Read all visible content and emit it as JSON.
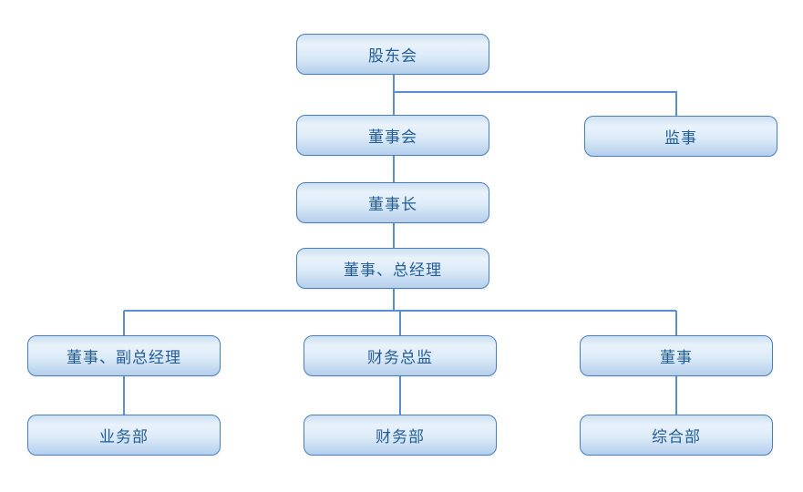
{
  "page": {
    "background_color": "#ffffff"
  },
  "theme": {
    "node_border_color": "#4a7ebb",
    "node_gradient_top": "#cde0f2",
    "node_gradient_light": "#e9f2fb",
    "node_gradient_mid": "#dcebf8",
    "node_gradient_bottom": "#b5cfec",
    "connector_color": "#5b8fcd",
    "label_color": "#215c98",
    "page_bg": "#ffffff"
  },
  "org_chart": {
    "type": "org-chart",
    "nodes": [
      {
        "id": "shareholders-meeting",
        "label": "股东会",
        "parent": null
      },
      {
        "id": "board-of-directors",
        "label": "董事会",
        "parent": "shareholders-meeting"
      },
      {
        "id": "supervisor",
        "label": "监事",
        "parent": "shareholders-meeting"
      },
      {
        "id": "chairman",
        "label": "董事长",
        "parent": "board-of-directors"
      },
      {
        "id": "director-general-manager",
        "label": "董事、总经理",
        "parent": "chairman"
      },
      {
        "id": "director-deputy-general-manager",
        "label": "董事、副总经理",
        "parent": "director-general-manager"
      },
      {
        "id": "chief-financial-officer",
        "label": "财务总监",
        "parent": "director-general-manager"
      },
      {
        "id": "director",
        "label": "董事",
        "parent": "director-general-manager"
      },
      {
        "id": "business-department",
        "label": "业务部",
        "parent": "director-deputy-general-manager"
      },
      {
        "id": "finance-department",
        "label": "财务部",
        "parent": "chief-financial-officer"
      },
      {
        "id": "general-department",
        "label": "综合部",
        "parent": "director"
      }
    ]
  }
}
